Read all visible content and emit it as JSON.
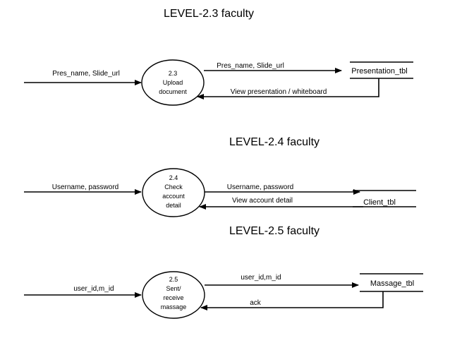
{
  "diagrams": [
    {
      "title": "LEVEL-2.3 faculty",
      "input_label": "Pres_name, Slide_url",
      "process": [
        "2.3",
        "Upload",
        "document"
      ],
      "out_label": "Pres_name, Slide_url",
      "back_label": "View presentation / whiteboard",
      "store": "Presentation_tbl"
    },
    {
      "title": "LEVEL-2.4 faculty",
      "input_label": "Username, password",
      "process": [
        "2.4",
        "Check",
        "account",
        "detail"
      ],
      "out_label": "Username, password",
      "back_label": "View account detail",
      "store": "Client_tbl"
    },
    {
      "title": "LEVEL-2.5 faculty",
      "input_label": "user_id,m_id",
      "process": [
        "2.5",
        "Sent/",
        "receive",
        "massage"
      ],
      "out_label": "user_id,m_id",
      "back_label": "ack",
      "store": "Massage_tbl"
    }
  ]
}
